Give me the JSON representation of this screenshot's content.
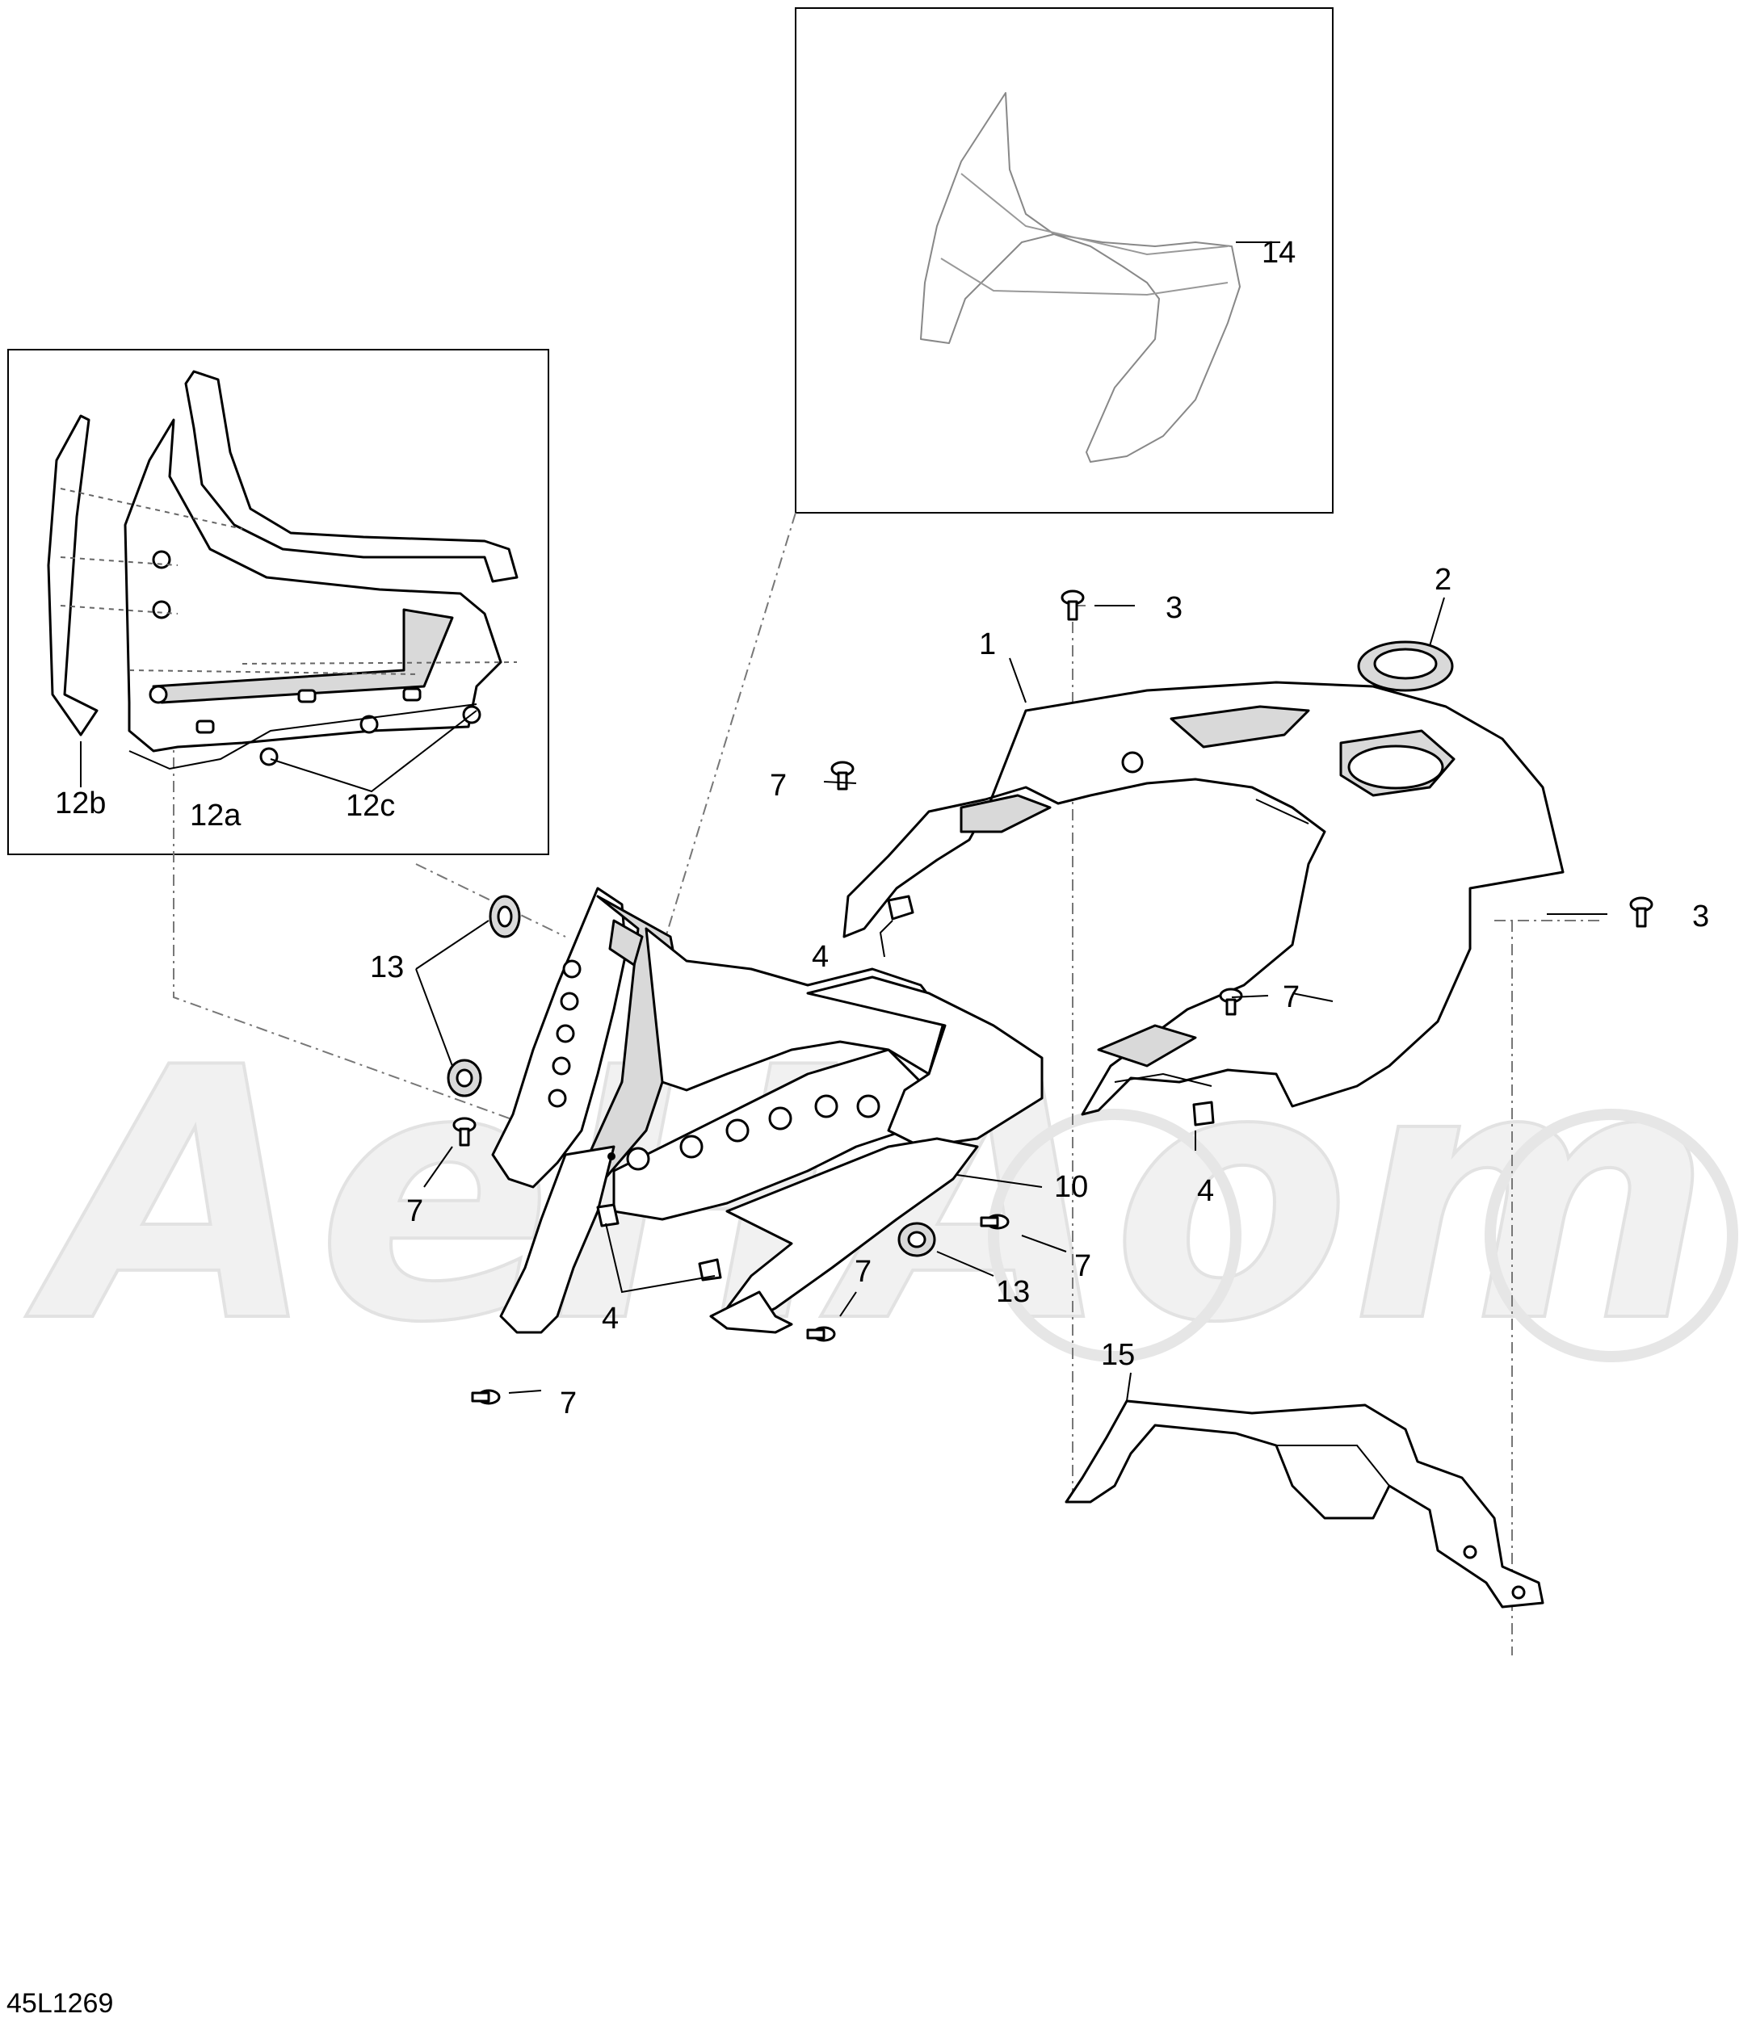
{
  "drawing_code": "45L1269",
  "watermark": "AeHAom",
  "callouts": {
    "c1": "1",
    "c2": "2",
    "c3a": "3",
    "c3b": "3",
    "c4a": "4",
    "c4b": "4",
    "c4c": "4",
    "c7a": "7",
    "c7b": "7",
    "c7c": "7",
    "c7d": "7",
    "c7e": "7",
    "c7f": "7",
    "c10": "10",
    "c12a": "12a",
    "c12b": "12b",
    "c12c": "12c",
    "c13a": "13",
    "c13b": "13",
    "c14": "14",
    "c15": "15"
  }
}
